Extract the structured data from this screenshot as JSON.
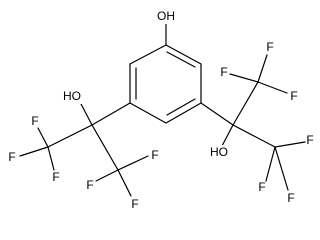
{
  "molecule": {
    "labels": {
      "hydroxyl_top": "OH",
      "hydroxyl_left": "HO",
      "hydroxyl_right": "HO",
      "f_l1": "F",
      "f_l2": "F",
      "f_l3": "F",
      "f_l4": "F",
      "f_l5": "F",
      "f_l6": "F",
      "f_r1": "F",
      "f_r2": "F",
      "f_r3": "F",
      "f_r4": "F",
      "f_r5": "F",
      "f_r6": "F"
    },
    "colors": {
      "bond": "#000000",
      "text": "#000000",
      "background": "#ffffff"
    }
  }
}
